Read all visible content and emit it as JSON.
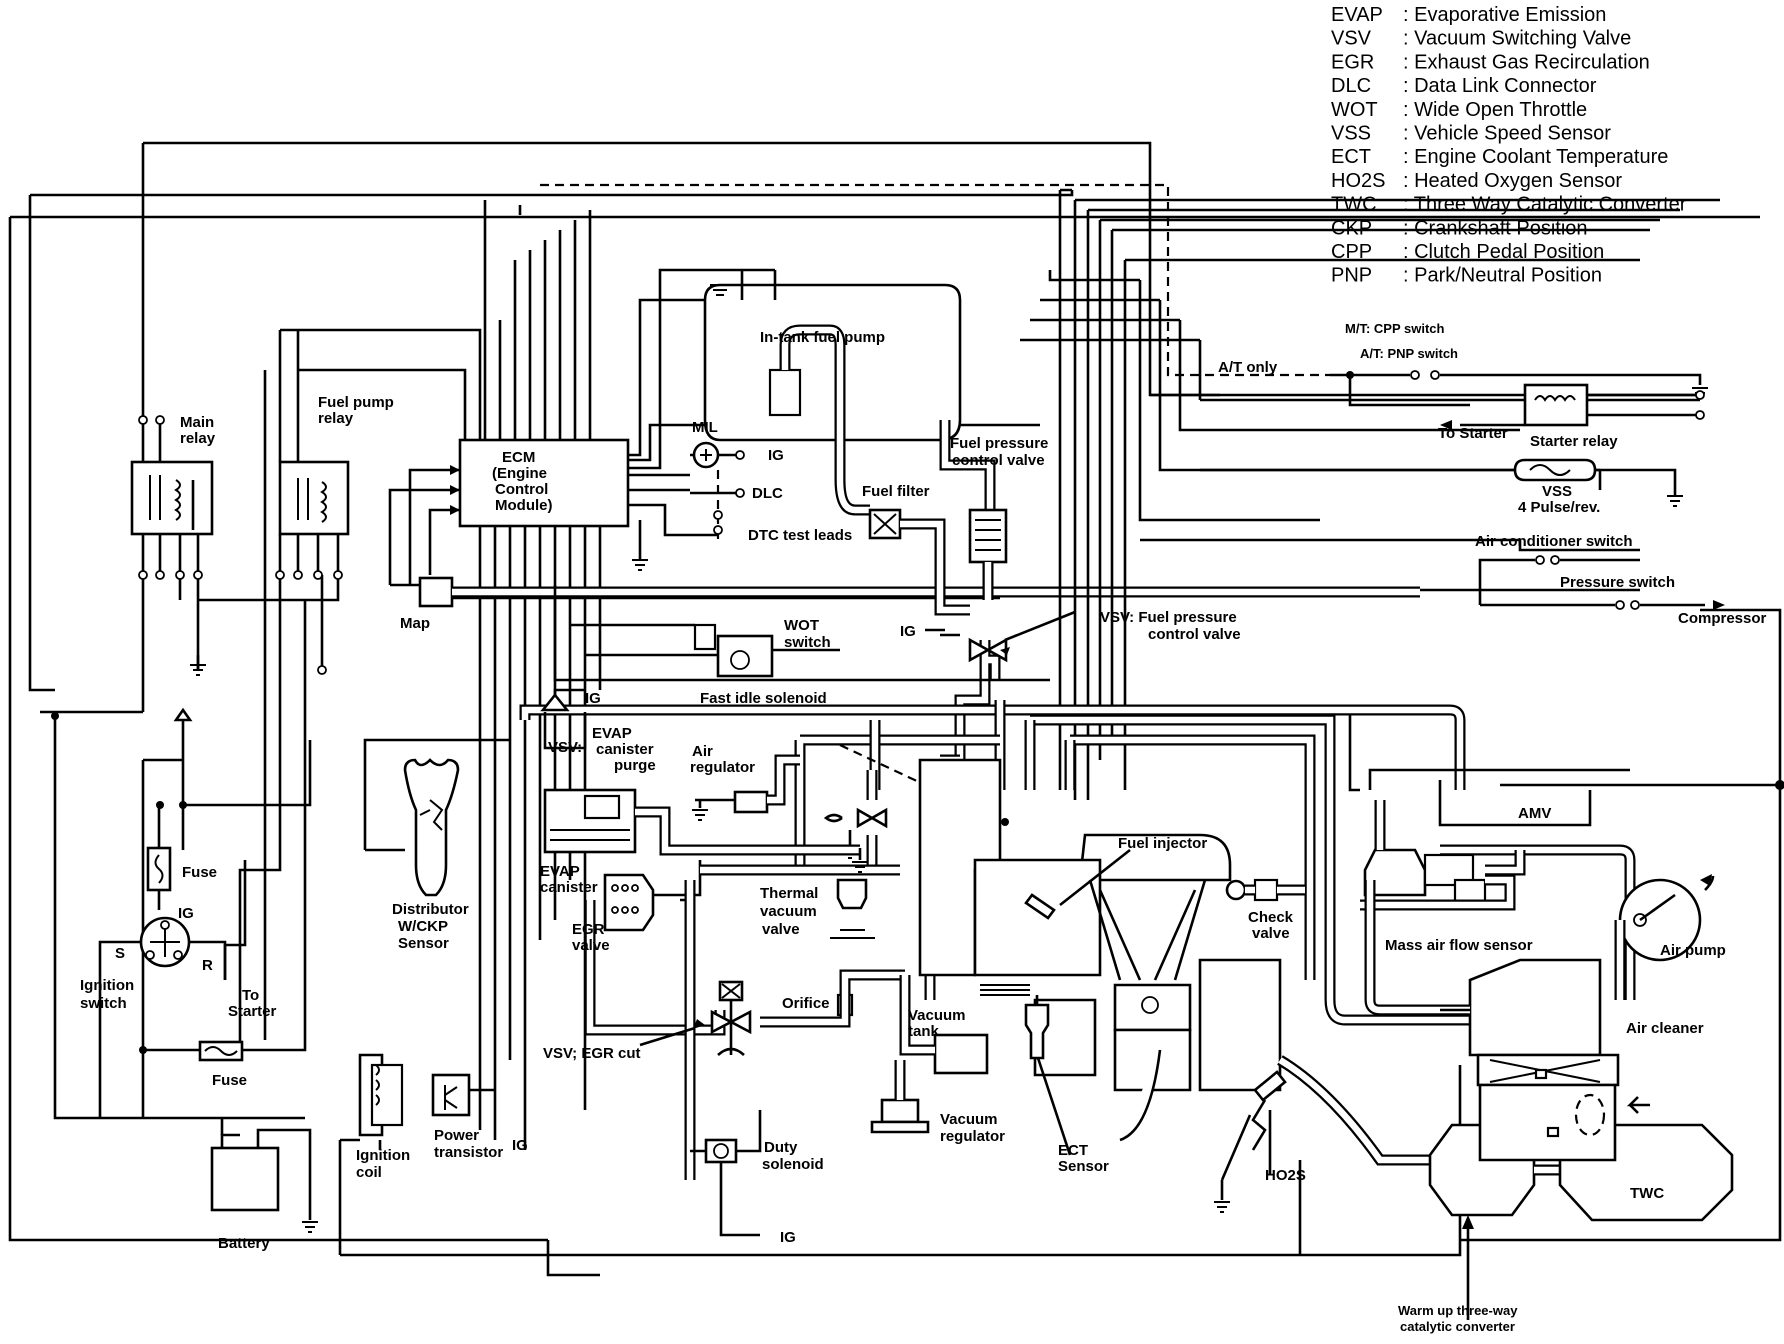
{
  "legend": [
    {
      "abbr": "EVAP",
      "meaning": ": Evaporative Emission"
    },
    {
      "abbr": "VSV",
      "meaning": ": Vacuum Switching Valve"
    },
    {
      "abbr": "EGR",
      "meaning": ": Exhaust Gas Recirculation"
    },
    {
      "abbr": "DLC",
      "meaning": ": Data Link Connector"
    },
    {
      "abbr": "WOT",
      "meaning": ": Wide Open Throttle"
    },
    {
      "abbr": "VSS",
      "meaning": ": Vehicle Speed Sensor"
    },
    {
      "abbr": "ECT",
      "meaning": ": Engine Coolant Temperature"
    },
    {
      "abbr": "HO2S",
      "meaning": ": Heated Oxygen Sensor"
    },
    {
      "abbr": "TWC",
      "meaning": ": Three Way Catalytic Converter"
    },
    {
      "abbr": "CKP",
      "meaning": ": Crankshaft Position"
    },
    {
      "abbr": "CPP",
      "meaning": ": Clutch Pedal Position"
    },
    {
      "abbr": "PNP",
      "meaning": ": Park/Neutral Position"
    }
  ],
  "labels": {
    "main_relay": [
      "Main",
      "relay"
    ],
    "fuel_pump_relay": [
      "Fuel pump",
      "relay"
    ],
    "ecm": [
      "ECM",
      "(Engine",
      "Control",
      "Module)"
    ],
    "mil": "MIL",
    "ig": "IG",
    "dlc": "DLC",
    "dtc": "DTC test leads",
    "map": "Map",
    "in_tank_pump": "In-tank fuel pump",
    "fuel_pressure_control_valve": [
      "Fuel pressure",
      "control valve"
    ],
    "fuel_filter": "Fuel filter",
    "at_only": "A/T only",
    "mt_cpp": "M/T: CPP switch",
    "at_pnp": "A/T: PNP switch",
    "to_starter": "To Starter",
    "starter_relay": "Starter relay",
    "vss": [
      "VSS",
      "4 Pulse/rev."
    ],
    "ac_switch": "Air conditioner switch",
    "pressure_switch": "Pressure switch",
    "compressor": "Compressor",
    "vsv_fuel": [
      "VSV:  Fuel pressure",
      "control valve"
    ],
    "wot_switch": [
      "WOT",
      "switch"
    ],
    "fast_idle": "Fast idle solenoid",
    "vsv_evap": [
      "VSV:",
      "EVAP",
      "canister",
      "purge"
    ],
    "air_regulator": [
      "Air",
      "regulator"
    ],
    "evap_canister": [
      "EVAP",
      "canister"
    ],
    "egr_valve": [
      "EGR",
      "valve"
    ],
    "thermal_vacuum": [
      "Thermal",
      "vacuum",
      "valve"
    ],
    "fuel_injector": "Fuel injector",
    "check_valve": [
      "Check",
      "valve"
    ],
    "amv": "AMV",
    "maf": "Mass air flow sensor",
    "air_pump": "Air pump",
    "air_cleaner": "Air cleaner",
    "distributor": [
      "Distributor",
      "W/CKP",
      "Sensor"
    ],
    "fuse": "Fuse",
    "ignition_switch": [
      "Ignition",
      "switch"
    ],
    "to_starter2": [
      "To",
      "Starter"
    ],
    "s": "S",
    "r": "R",
    "orifice": "Orifice",
    "vsv_egr": "VSV; EGR cut",
    "vacuum_tank": [
      "Vacuum",
      "tank"
    ],
    "vacuum_regulator": [
      "Vacuum",
      "regulator"
    ],
    "duty_solenoid": [
      "Duty",
      "solenoid"
    ],
    "ect_sensor": [
      "ECT",
      "Sensor"
    ],
    "ho2s": "HO2S",
    "twc": "TWC",
    "warm_up": [
      "Warm up three-way",
      "catalytic converter"
    ],
    "ignition_coil": [
      "Ignition",
      "coil"
    ],
    "power_transistor": [
      "Power",
      "transistor"
    ],
    "battery": "Battery"
  }
}
